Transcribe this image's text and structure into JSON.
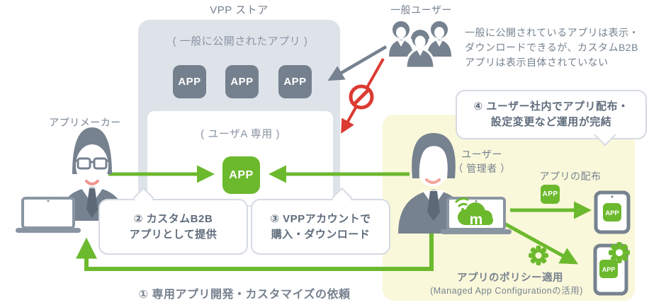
{
  "colors": {
    "green": "#6cb92d",
    "icon_gray": "#76828f",
    "panel_gray": "#dee3ea",
    "panel_yellow": "#faf8da",
    "red": "#dc3a32",
    "bubble_border": "#d5dae2",
    "text_gray": "#76828f"
  },
  "labels": {
    "app": "APP",
    "logo_m": "m"
  },
  "vpp_store": {
    "title": "VPP ストア",
    "public_section_label": "( 一般に公開されたアプリ )",
    "private_section_label": "( ユーザA 専用 )"
  },
  "general_users": {
    "label": "一般ユーザー",
    "note_lines": [
      "一般に公開されているアプリは表示・",
      "ダウンロードできるが、カスタムB2B",
      "アプリは表示自体されていない"
    ]
  },
  "app_maker": {
    "label": "アプリメーカー"
  },
  "admin_user": {
    "label_line1": "ユーザー",
    "label_line2": "（ 管理者 ）"
  },
  "steps": {
    "step1": "① 専用アプリ開発・カスタマイズの依頼",
    "step2": [
      "② カスタムB2B",
      "アプリとして提供"
    ],
    "step3": [
      "③ VPPアカウントで",
      "購入・ダウンロード"
    ],
    "step4": [
      "④ ユーザー社内でアプリ配布・",
      "設定変更など運用が完結"
    ]
  },
  "distribution": {
    "label": "アプリの配布"
  },
  "policy": {
    "label": "アプリのポリシー適用",
    "sublabel": "(Managed App Configurationの活用)"
  }
}
